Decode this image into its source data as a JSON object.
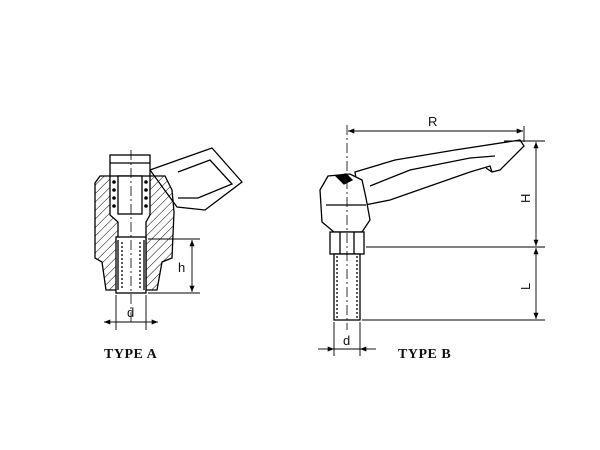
{
  "type_a": {
    "caption": "TYPE A",
    "dim_h": "h",
    "dim_d": "d"
  },
  "type_b": {
    "caption": "TYPE B",
    "dim_r": "R",
    "dim_H": "H",
    "dim_L": "L",
    "dim_d": "d"
  }
}
